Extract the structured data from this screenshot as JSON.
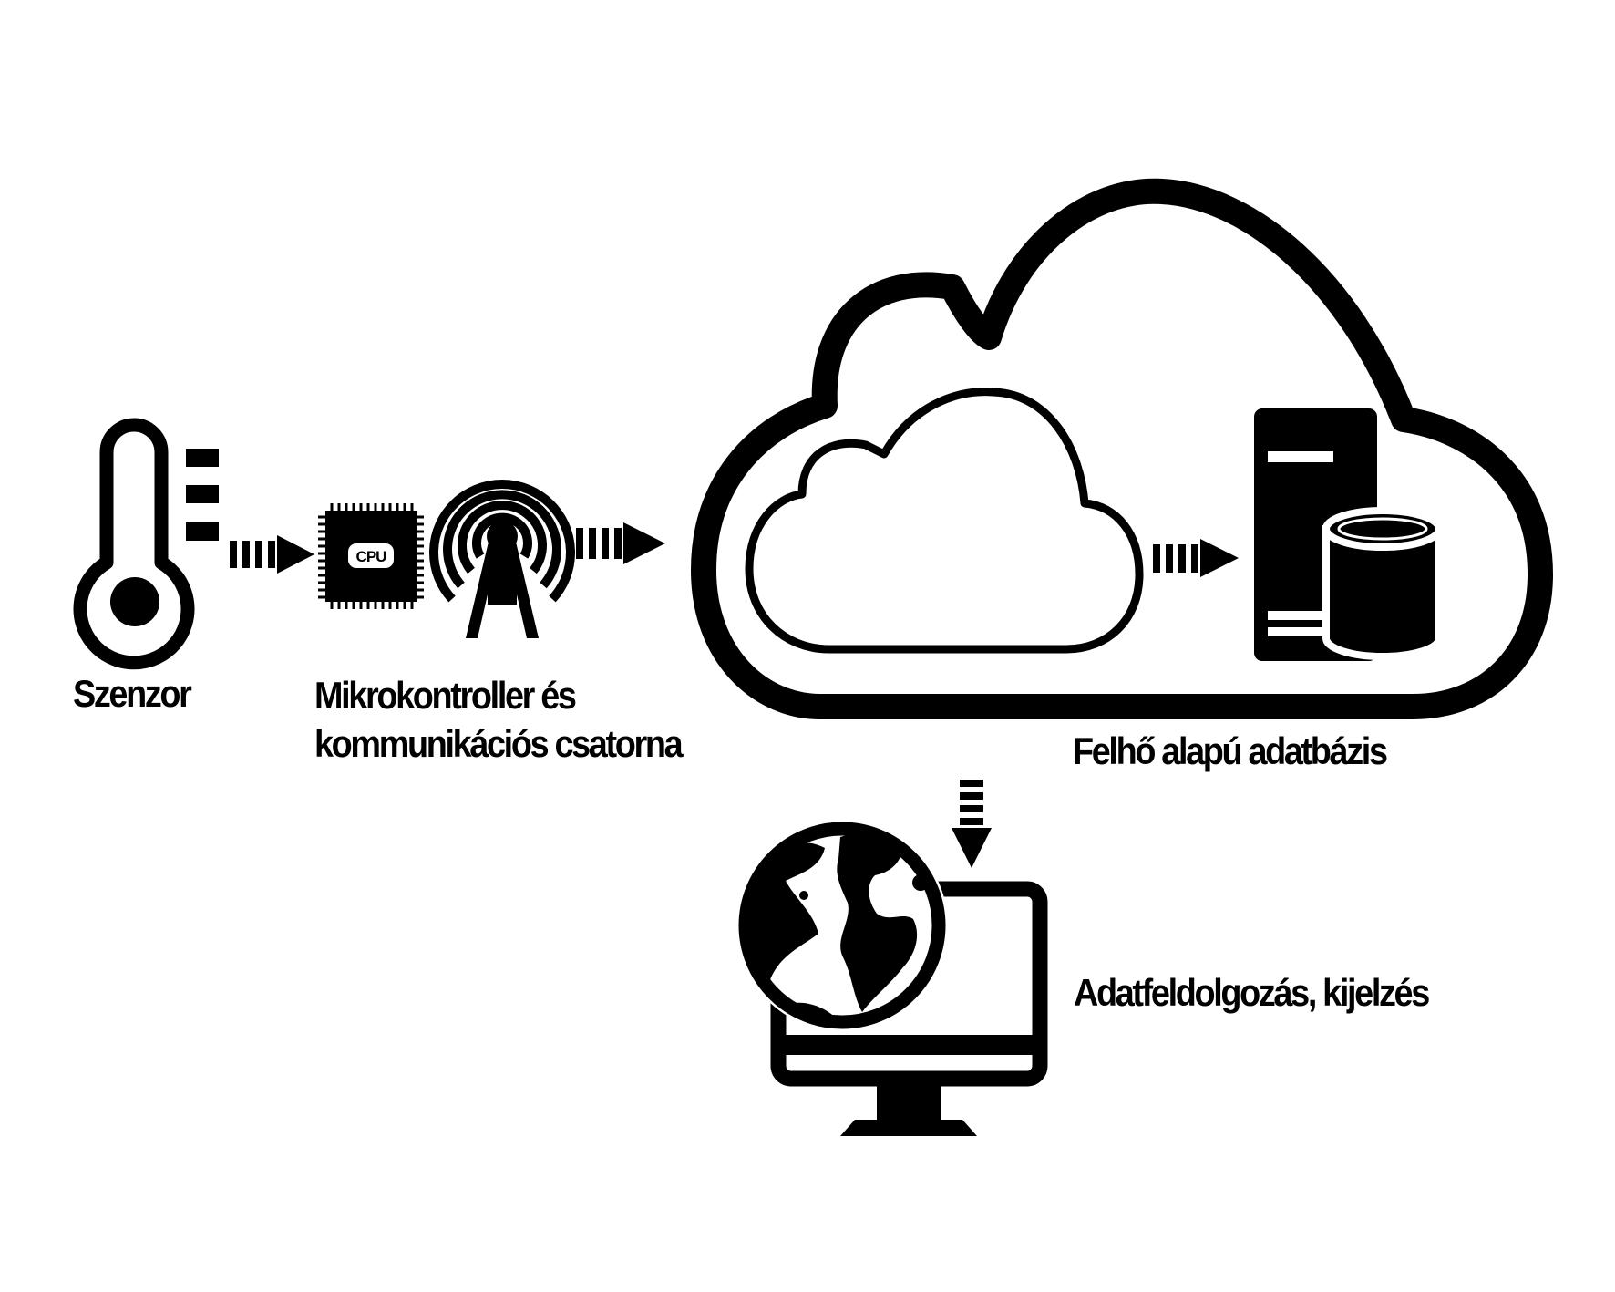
{
  "labels": {
    "sensor": "Szenzor",
    "microcontroller_line1": "Mikrokontroller és",
    "microcontroller_line2": "kommunikációs csatorna",
    "cloud_database": "Felhő alapú adatbázis",
    "processing_display": "Adatfeldolgozás, kijelzés"
  },
  "chip_text": "CPU",
  "colors": {
    "ink": "#000000",
    "background": "#ffffff"
  },
  "icons": [
    "thermometer-icon",
    "cpu-chip-icon",
    "radio-tower-icon",
    "cloud-icon",
    "server-icon",
    "database-icon",
    "globe-icon",
    "monitor-icon"
  ]
}
